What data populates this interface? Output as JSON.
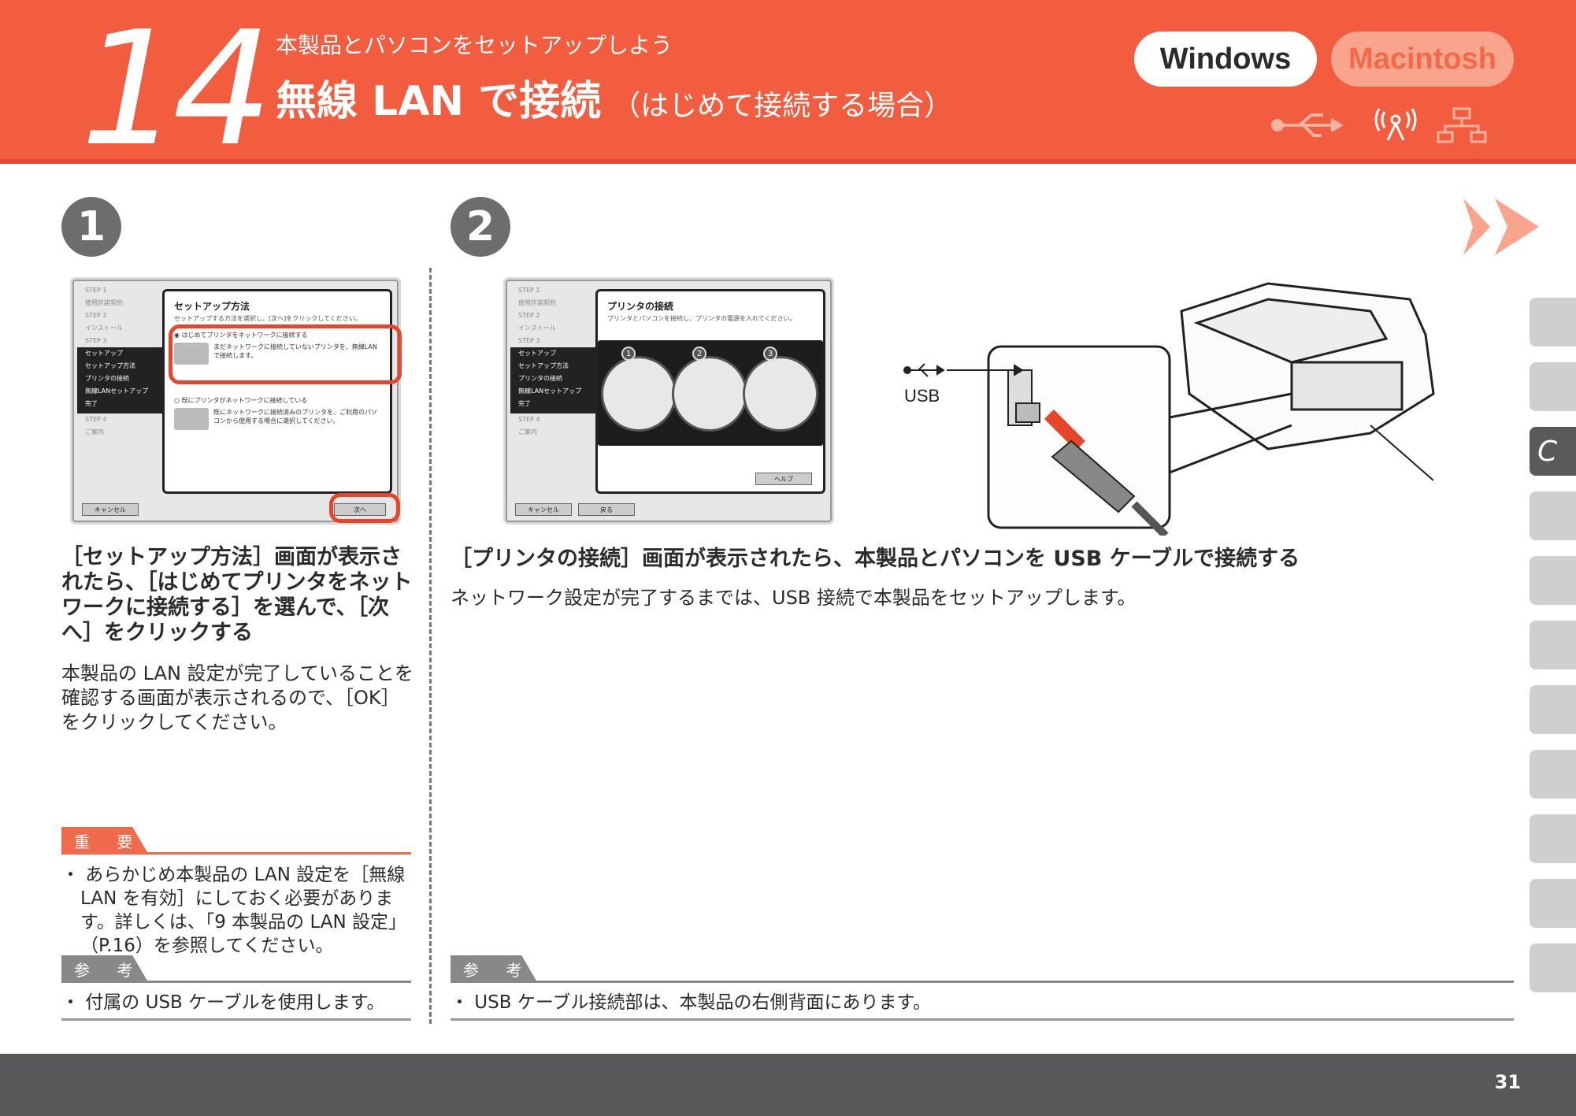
{
  "header": {
    "step_number": "14",
    "kicker": "本製品とパソコンをセットアップしよう",
    "title": "無線 LAN で接続",
    "title_sub": "（はじめて接続する場合）",
    "os_windows": "Windows",
    "os_macintosh": "Macintosh"
  },
  "steps": {
    "one": "1",
    "two": "2"
  },
  "shot1": {
    "sidebar": [
      "STEP 1",
      "使用許諾契約",
      "STEP 2",
      "インストール",
      "STEP 3"
    ],
    "sidebar_active": [
      "セットアップ",
      "セットアップ方法",
      "プリンタの接続",
      "無線LANセットアップ",
      "完了"
    ],
    "sidebar_after": [
      "STEP 4",
      "ご案内"
    ],
    "dialog_title": "セットアップ方法",
    "dialog_desc": "セットアップする方法を選択し、[次へ]をクリックしてください。",
    "option1_label": "はじめてプリンタをネットワークに接続する",
    "option1_desc": "まだネットワークに接続していないプリンタを、無線LANで接続します。",
    "option2_label": "既にプリンタがネットワークに接続している",
    "option2_desc": "既にネットワークに接続済みのプリンタを、ご利用のパソコンから使用する場合に選択してください。",
    "cancel": "キャンセル",
    "next": "次へ"
  },
  "shot2": {
    "dialog_title": "プリンタの接続",
    "dialog_desc": "プリンタとパソコンを接続し、プリンタの電源を入れてください。",
    "badges": [
      "1",
      "2",
      "3"
    ],
    "help": "ヘルプ",
    "cancel": "キャンセル",
    "back": "戻る"
  },
  "illustration": {
    "usb_label": "USB"
  },
  "left": {
    "heading": "［セットアップ方法］画面が表示されたら、［はじめてプリンタをネットワークに接続する］を選んで、［次へ］をクリックする",
    "body": "本製品の LAN 設定が完了していることを確認する画面が表示されるので、［OK］をクリックしてください。",
    "important_tab": "重 要",
    "important_bullet": "・ あらかじめ本製品の LAN 設定を［無線 LAN を有効］にしておく必要があります。詳しくは、「9 本製品の LAN 設定」（P.16）を参照してください。",
    "ref_tab": "参 考",
    "ref_bullet": "・ 付属の USB ケーブルを使用します。"
  },
  "right": {
    "heading": "［プリンタの接続］画面が表示されたら、本製品とパソコンを USB ケーブルで接続する",
    "body": "ネットワーク設定が完了するまでは、USB 接続で本製品をセットアップします。",
    "ref_tab": "参 考",
    "ref_bullet": "・ USB ケーブル接続部は、本製品の右側背面にあります。"
  },
  "side_index": {
    "active_label": "C"
  },
  "footer": {
    "page_number": "31"
  },
  "colors": {
    "header": "#f25c3f",
    "accent": "#e9452b",
    "footer": "#58585a"
  }
}
